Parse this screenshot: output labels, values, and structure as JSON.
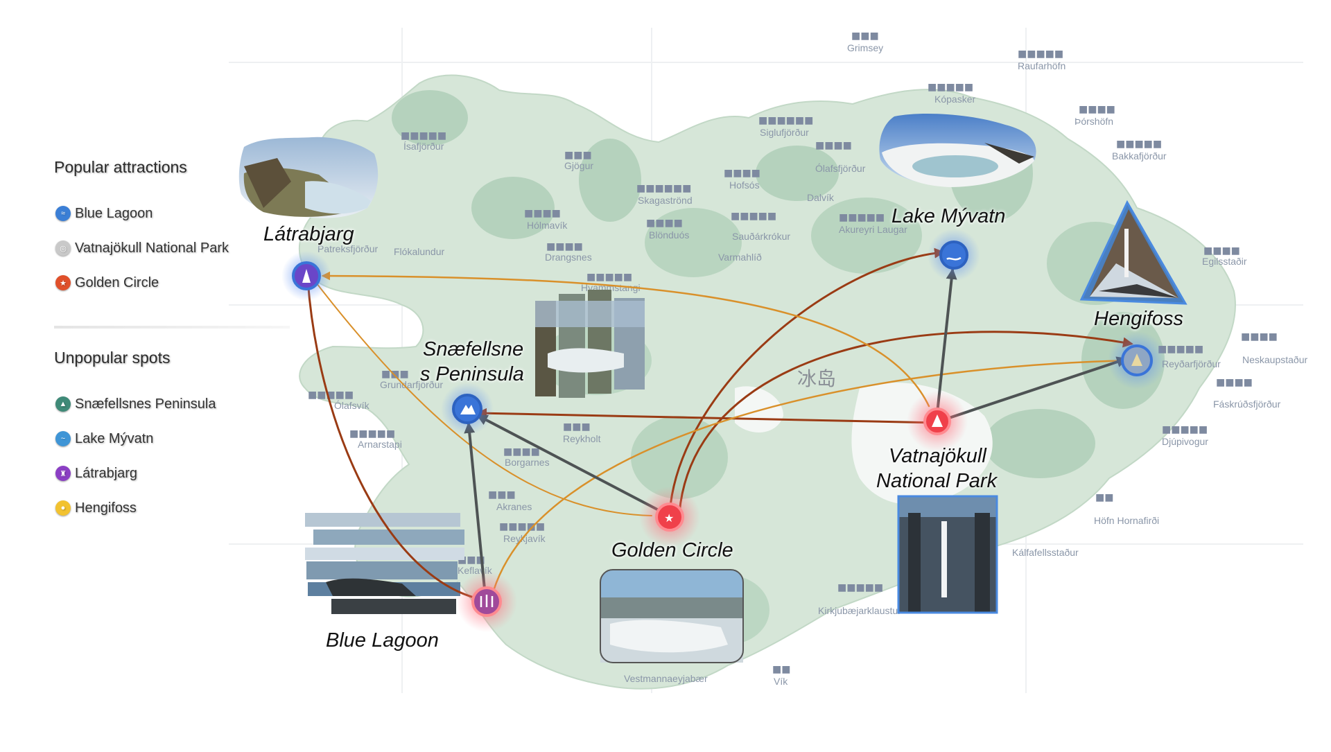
{
  "legend": {
    "popular_title": "Popular attractions",
    "popular": [
      {
        "label": "Blue Lagoon",
        "color": "#3b7fd6",
        "icon": "lagoon-icon"
      },
      {
        "label": "Vatnajökull National Park",
        "color": "#c9c9c9",
        "icon": "glacier-icon"
      },
      {
        "label": "Golden Circle",
        "color": "#e0502a",
        "icon": "star-icon"
      }
    ],
    "unpopular_title": "Unpopular spots",
    "unpopular": [
      {
        "label": "Snæfellsnes Peninsula",
        "color": "#3f8a78",
        "icon": "mountain-icon"
      },
      {
        "label": "Lake Mývatn",
        "color": "#3f95d6",
        "icon": "lake-icon"
      },
      {
        "label": "Látrabjarg",
        "color": "#8b3fc4",
        "icon": "cliff-icon"
      },
      {
        "label": "Hengifoss",
        "color": "#f2c230",
        "icon": "waterfall-icon"
      }
    ]
  },
  "places": {
    "latrabjarg": "Látrabjarg",
    "snaefellsnes_line1": "Snæfellsne",
    "snaefellsnes_line2": "s Peninsula",
    "myvatn": "Lake Mývatn",
    "hengifoss": "Hengifoss",
    "vatnajokull_line1": "Vatnajökull",
    "vatnajokull_line2": "National Park",
    "golden_circle": "Golden Circle",
    "blue_lagoon": "Blue Lagoon"
  },
  "country_label": "冰岛",
  "towns": {
    "grimsey": "Grimsey",
    "raufarhofn": "Raufarhöfn",
    "kopasker": "Kópasker",
    "thorshofn": "Þórshöfn",
    "bakkafjordur": "Bakkafjörður",
    "siglufjordur": "Siglufjörður",
    "olafsfjordur": "Ólafsfjörður",
    "dalvik": "Dalvík",
    "isafjordur": "Ísafjörður",
    "gjogur": "Gjögur",
    "skagastrond": "Skagaströnd",
    "holmavik": "Hólmavík",
    "hofsos": "Hofsós",
    "blonduos": "Blönduós",
    "saudarkrokur": "Sauðárkrókur",
    "akureyri": "Akureyri Laugar",
    "varmahlid": "Varmahlíð",
    "patreksfjordur": "Patreksfjörður",
    "flokalundur": "Flókalundur",
    "drangsnes": "Drangsnes",
    "hvammstangi": "Hvammstangi",
    "grundarfjordur": "Grundarfjörður",
    "olafsvik": "Ólafsvík",
    "arnarstapi": "Arnarstapi",
    "reykholt": "Reykholt",
    "borgarnes": "Borgarnes",
    "akranes": "Akranes",
    "reykjavik": "Reykjavík",
    "keflavik": "Keflavík",
    "egilsstadir": "Egilsstaðir",
    "reydarfjordur": "Reyðarfjörður",
    "neskaupstadur": "Neskaupstaður",
    "faskrudsfjordur": "Fáskrúðsfjörður",
    "djupivogur": "Djúpivogur",
    "hofn": "Höfn Hornafirði",
    "kalfafellsstadur": "Kálfafellsstaður",
    "kirkjubaejarklaustur": "Kirkjubæjarklaustur",
    "vestmannaeyjabaer": "Vestmannaeyjabær",
    "vik": "Vík"
  },
  "colors": {
    "red_marker": "#f0404a",
    "blue_marker": "#3a74d8",
    "arrow_brown": "#9a3b14",
    "arrow_orange": "#d9902a",
    "arrow_gray": "#4e5354",
    "land": "#d4e4d6",
    "land_dark": "#a9c9b4"
  }
}
